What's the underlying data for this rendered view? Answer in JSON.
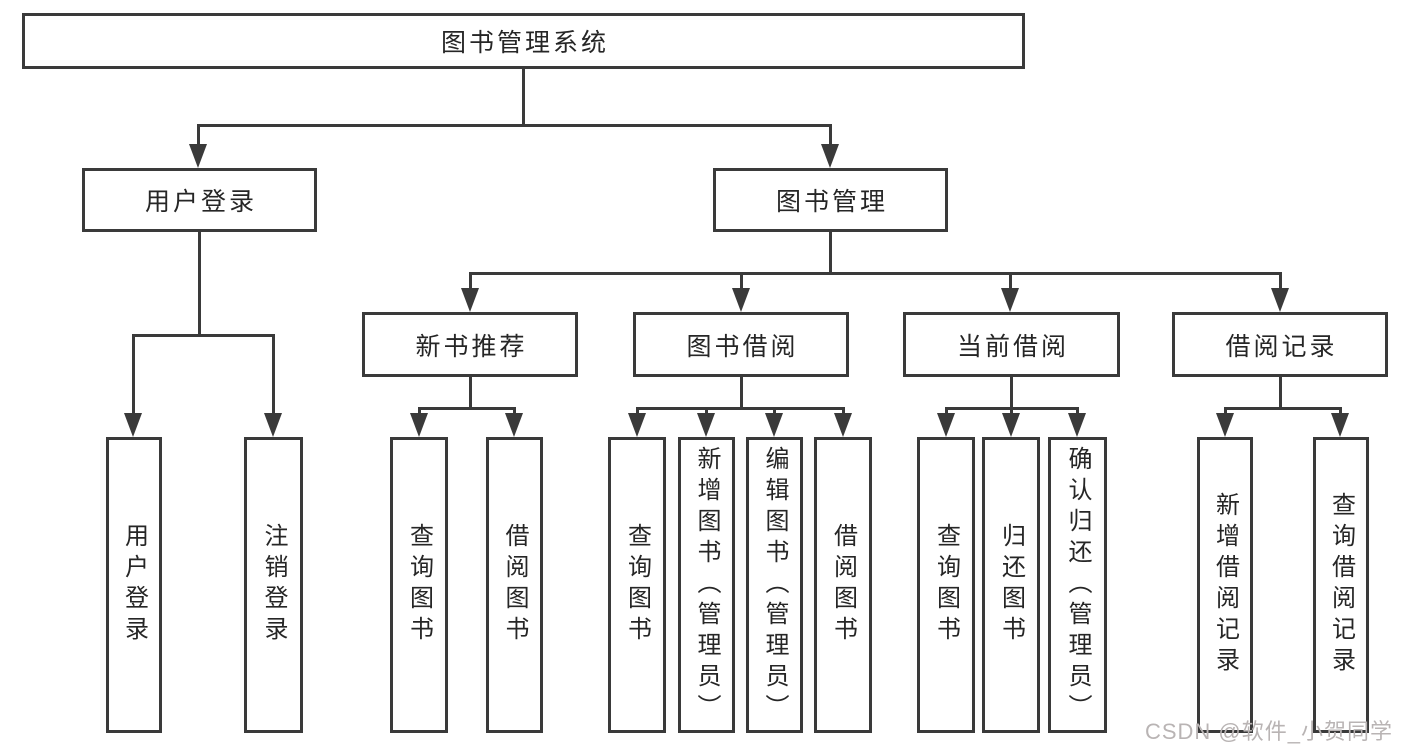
{
  "diagram_title": "图书管理系统",
  "nodes": {
    "root": "图书管理系统",
    "user_login": "用户登录",
    "book_mgmt": "图书管理",
    "new_book_rec": "新书推荐",
    "book_borrow": "图书借阅",
    "current_borrow": "当前借阅",
    "borrow_record": "借阅记录",
    "leaf_user_login": "用户登录",
    "leaf_logout": "注销登录",
    "leaf_query_book_rec": "查询图书",
    "leaf_borrow_book_rec": "借阅图书",
    "leaf_query_book_borrow": "查询图书",
    "leaf_add_book": "新增图书（管理员）",
    "leaf_edit_book": "编辑图书（管理员）",
    "leaf_borrow_book_borrow": "借阅图书",
    "leaf_query_book_current": "查询图书",
    "leaf_return_book": "归还图书",
    "leaf_confirm_return": "确认归还（管理员）",
    "leaf_add_borrow_record": "新增借阅记录",
    "leaf_query_borrow_record": "查询借阅记录"
  },
  "watermark": "CSDN @软件_小贺同学",
  "colors": {
    "line": "#3a3a3a",
    "text": "#262626",
    "watermark": "#b9b4b4",
    "background": "#ffffff"
  }
}
